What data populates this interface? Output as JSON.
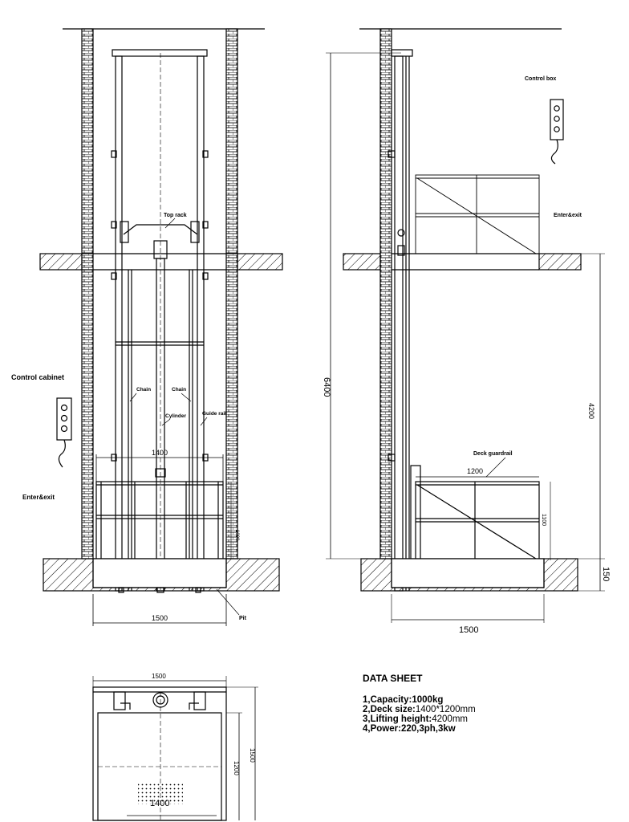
{
  "front_view": {
    "top_rack": "Top rack",
    "chain_left": "Chain",
    "chain_right": "Chain",
    "cylinder": "Cylinder",
    "guide_rail": "Guide rail",
    "control_cabinet": "Control cabinet",
    "enter_exit": "Enter&exit",
    "pit": "Pit",
    "dim_width_1400": "1400",
    "dim_pit_1500": "1500",
    "dim_rail": "1000"
  },
  "side_view": {
    "control_box": "Control box",
    "enter_exit": "Enter&exit",
    "deck_guardrail": "Deck guardrail",
    "dim_6400": "6400",
    "dim_4200": "4200",
    "dim_1200": "1200",
    "dim_1100": "1100",
    "dim_1500": "1500",
    "dim_150": "150"
  },
  "plan_view": {
    "dim_top_1500": "1500",
    "dim_inner_1200": "1200",
    "dim_outer_1500": "1500",
    "dim_bottom_1400": "1400"
  },
  "data_sheet": {
    "title": "DATA SHEET",
    "lines": [
      {
        "label": "1,Capacity:",
        "value": "1000kg"
      },
      {
        "label": "2,Deck size:",
        "value": "1400*1200mm"
      },
      {
        "label": "3,Lifting height:",
        "value": "4200mm"
      },
      {
        "label": "4,Power:",
        "value": "220,3ph,3kw"
      }
    ]
  }
}
